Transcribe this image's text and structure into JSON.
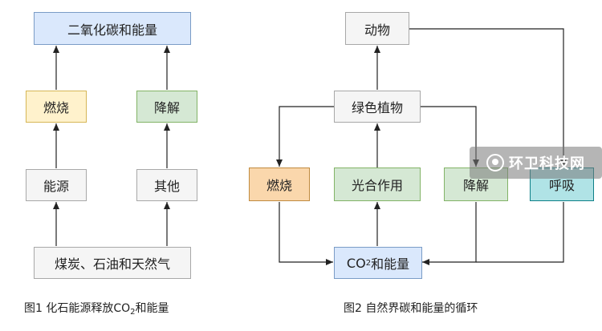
{
  "figure1": {
    "top": "二氧化碳和能量",
    "burn": "燃烧",
    "decompose": "降解",
    "energy": "能源",
    "other": "其他",
    "fuel": "煤炭、石油和天然气",
    "caption_prefix": "图1 化石能源释放CO",
    "caption_sub": "2",
    "caption_suffix": "和能量"
  },
  "figure2": {
    "animal": "动物",
    "plant": "绿色植物",
    "burn": "燃烧",
    "photosynthesis": "光合作用",
    "decompose": "降解",
    "respiration": "呼吸",
    "co2_prefix": "CO",
    "co2_sub": "2",
    "co2_suffix": "和能量",
    "caption": "图2 自然界碳和能量的循环"
  },
  "watermark": "环卫科技网",
  "colors": {
    "gray": "#f5f5f5",
    "blue": "#dae8fc",
    "yellow": "#fff2cc",
    "green": "#d5e8d4",
    "orange": "#fad7ac",
    "cyan": "#b0e3e6"
  }
}
